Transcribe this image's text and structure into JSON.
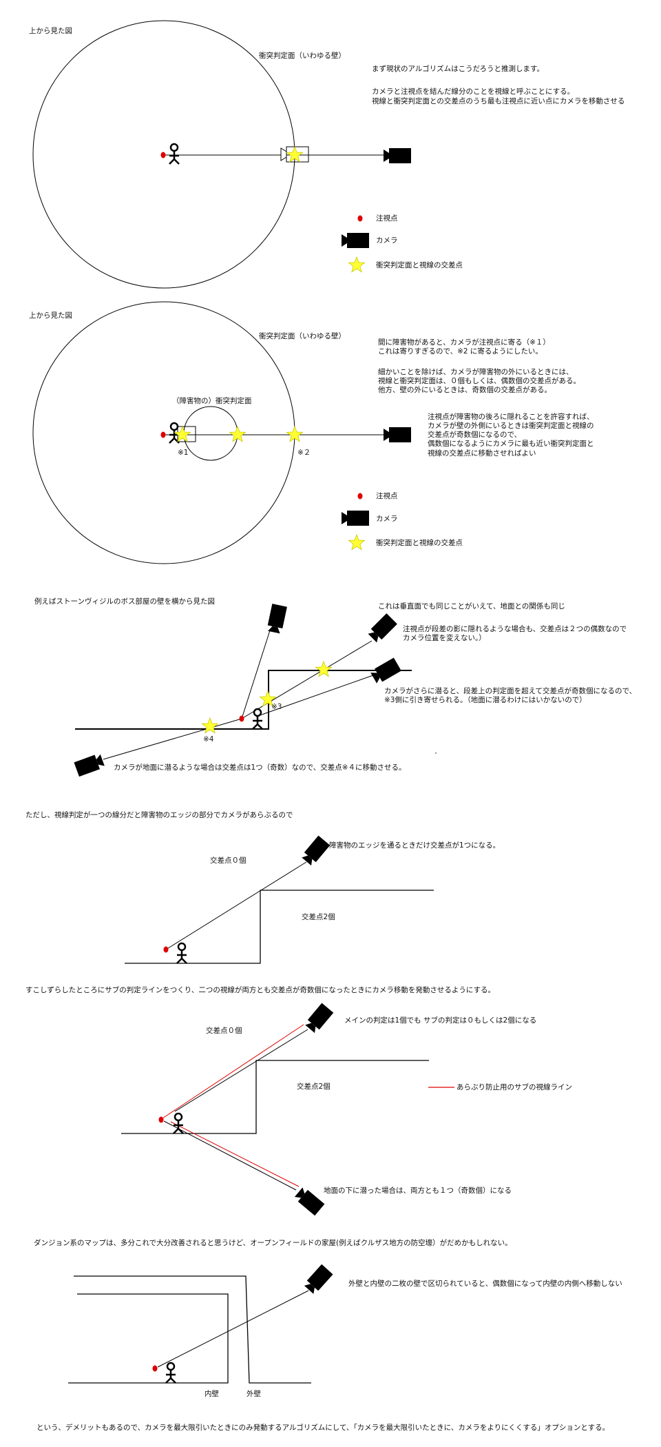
{
  "colors": {
    "gaze_point": "#dd0000",
    "star": "#ffff33",
    "sub_line": "#e00000"
  },
  "icons": [
    "camera-icon",
    "star-icon",
    "stick-figure-icon",
    "gaze-point-icon"
  ],
  "d1": {
    "title": "上から見た図",
    "wall_label": "衝突判定面（いわゆる壁）",
    "intro": "まず現状のアルゴリズムはこうだろうと推測します。",
    "para": [
      "カメラと注視点を結んだ線分のことを視線と呼ぶことにする。",
      "視線と衝突判定面との交差点のうち最も注視点に近い点にカメラを移動させる"
    ],
    "legend": {
      "gaze": "注視点",
      "camera": "カメラ",
      "intersection": "衝突判定面と視線の交差点"
    }
  },
  "d2": {
    "title": "上から見た図",
    "wall_label": "衝突判定面（いわゆる壁）",
    "obstacle_label": "（障害物の）衝突判定面",
    "note1": "※1",
    "note2": "※２",
    "para1": [
      "間に障害物があると、カメラが注視点に寄る（※１）",
      "これは寄りすぎるので、※2 に寄るようにしたい。"
    ],
    "para2": [
      "細かいことを除けば、カメラが障害物の外にいるときには、",
      "視線と衝突判定面は、０個もしくは、偶数個の交差点がある。",
      "他方、壁の外にいるときは、奇数個の交差点がある。"
    ],
    "para3": [
      "注視点が障害物の後ろに隠れることを許容すれば、",
      "カメラが壁の外側にいるときは衝突判定面と視線の",
      "交差点が奇数個になるので、",
      "偶数個になるようにカメラに最も近い衝突判定面と",
      "視線の交差点に移動させればよい"
    ],
    "legend": {
      "gaze": "注視点",
      "camera": "カメラ",
      "intersection": "衝突判定面と視線の交差点"
    }
  },
  "d3": {
    "title": "例えばストーンヴィジルのボス部屋の壁を横から見た図",
    "para1": "これは垂直面でも同じことがいえて、地面との関係も同じ",
    "para2": [
      "注視点が段差の影に隠れるような場合も、交差点は２つの偶数なので",
      "カメラ位置を変えない。）"
    ],
    "para3": [
      "カメラがさらに潜ると、段差上の判定面を超えて交差点が奇数個になるので、",
      "※3側に引き寄せられる。（地面に潜るわけにはいかないので）"
    ],
    "para4": "カメラが地面に潜るような場合は交差点は1つ（奇数）なので、交差点※４に移動させる。",
    "note3": "※3",
    "note4": "※4"
  },
  "d4": {
    "intro": "ただし、視線判定が一つの線分だと障害物のエッジの部分でカメラがあらぶるので",
    "edge_note": "障害物のエッジを通るときだけ交差点が1つになる。",
    "zero": "交差点０個",
    "two": "交差点2個"
  },
  "d5": {
    "intro": "すこしずらしたところにサブの判定ラインをつくり、二つの視線が両方とも交差点が奇数個になったときにカメラ移動を発動させるようにする。",
    "main_note": "メインの判定は1個でも サブの判定は０もしくは2個になる",
    "zero": "交差点０個",
    "two": "交差点2個",
    "legend_sub": "あらぶり防止用のサブの視線ライン",
    "under_note": "地面の下に潜った場合は、両方とも１つ（奇数個）になる"
  },
  "d6": {
    "intro": "ダンジョン系のマップは、多分これで大分改善されると思うけど、オープンフィールドの家屋(例えばクルザス地方の防空壕）がだめかもしれない。",
    "note": "外壁と内壁の二枚の壁で区切られていると、偶数個になって内壁の内側へ移動しない",
    "inner": "内壁",
    "outer": "外壁",
    "conclusion": "という、デメリットもあるので、カメラを最大限引いたときにのみ発動するアルゴリズムにして、「カメラを最大限引いたときに、カメラをよりにくくする」オプションとする。"
  }
}
